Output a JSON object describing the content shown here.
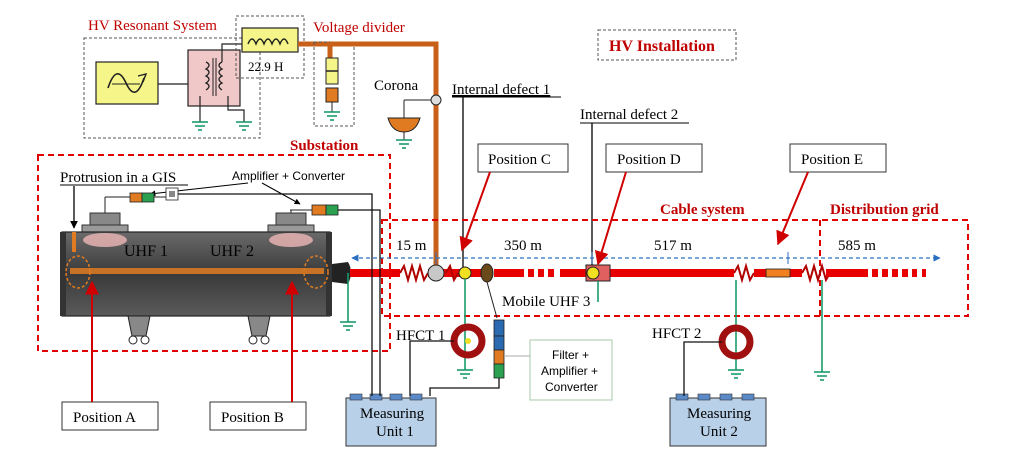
{
  "labels": {
    "hv_resonant_system": "HV Resonant System",
    "voltage_divider": "Voltage divider",
    "inductance": "22.9 H",
    "hv_installation": "HV Installation",
    "corona": "Corona",
    "internal_defect_1": "Internal defect 1",
    "internal_defect_2": "Internal defect 2",
    "substation": "Substation",
    "cable_system": "Cable system",
    "distribution_grid": "Distribution grid",
    "protrusion_gis": "Protrusion in a GIS",
    "amplifier_converter": "Amplifier + Converter",
    "uhf1": "UHF 1",
    "uhf2": "UHF 2",
    "mobile_uhf3": "Mobile UHF 3",
    "hfct1": "HFCT 1",
    "hfct2": "HFCT 2",
    "filter_line1": "Filter +",
    "filter_line2": "Amplifier +",
    "filter_line3": "Converter",
    "mu1_line1": "Measuring",
    "mu1_line2": "Unit 1",
    "mu2_line1": "Measuring",
    "mu2_line2": "Unit 2",
    "position_a": "Position A",
    "position_b": "Position B",
    "position_c": "Position C",
    "position_d": "Position D",
    "position_e": "Position E"
  },
  "distances": {
    "d1": "15 m",
    "d2": "350 m",
    "d3": "517 m",
    "d4": "585 m"
  },
  "colors": {
    "region_border": "#e00000",
    "cable": "#e80000",
    "hv_wire": "#c8601a",
    "ground": "#1a9c6a",
    "dimension": "#2a70c0",
    "arrow": "#c00000",
    "gis_body": "#4a4a4a",
    "source_box": "#f5f58a",
    "transformer_box": "#f0c8c8",
    "measuring_unit": "#b8d0e8"
  }
}
